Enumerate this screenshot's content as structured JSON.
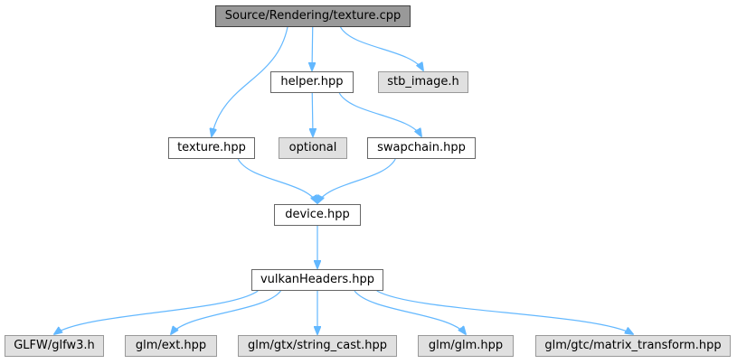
{
  "colors": {
    "edge": "#63b8ff",
    "root_fill": "#999999",
    "node_fill": "#ffffff",
    "external_fill": "#e0e0e0"
  },
  "nodes": {
    "root": "Source/Rendering/texture.cpp",
    "helper": "helper.hpp",
    "stb_image": "stb_image.h",
    "texture": "texture.hpp",
    "optional": "optional",
    "swapchain": "swapchain.hpp",
    "device": "device.hpp",
    "vulkan_headers": "vulkanHeaders.hpp",
    "glfw": "GLFW/glfw3.h",
    "glm_ext": "glm/ext.hpp",
    "glm_string_cast": "glm/gtx/string_cast.hpp",
    "glm_glm": "glm/glm.hpp",
    "glm_matrix_transform": "glm/gtc/matrix_transform.hpp"
  },
  "edges": [
    [
      "root",
      "helper"
    ],
    [
      "root",
      "stb_image"
    ],
    [
      "root",
      "texture"
    ],
    [
      "helper",
      "optional"
    ],
    [
      "helper",
      "swapchain"
    ],
    [
      "texture",
      "device"
    ],
    [
      "swapchain",
      "device"
    ],
    [
      "device",
      "vulkan_headers"
    ],
    [
      "vulkan_headers",
      "glfw"
    ],
    [
      "vulkan_headers",
      "glm_ext"
    ],
    [
      "vulkan_headers",
      "glm_string_cast"
    ],
    [
      "vulkan_headers",
      "glm_glm"
    ],
    [
      "vulkan_headers",
      "glm_matrix_transform"
    ]
  ]
}
